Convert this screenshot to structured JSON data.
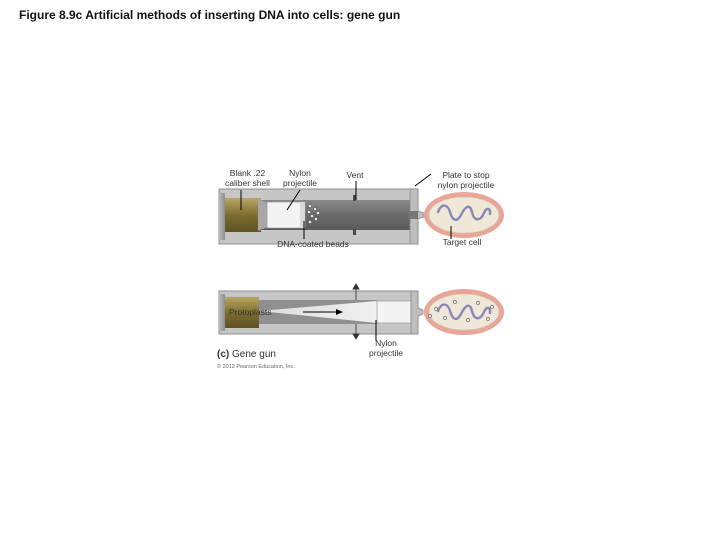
{
  "figure_title": "Figure 8.9c  Artificial methods of inserting DNA into cells: gene gun",
  "labels": {
    "blank_shell_line1": "Blank .22",
    "blank_shell_line2": "caliber shell",
    "nylon_projectile_top_line1": "Nylon",
    "nylon_projectile_top_line2": "projectile",
    "vent": "Vent",
    "plate_line1": "Plate to stop",
    "plate_line2": "nylon projectile",
    "dna_beads": "DNA-coated beads",
    "target_cell": "Target cell",
    "protoplasts": "Protoplasts",
    "nylon_projectile_bottom_line1": "Nylon",
    "nylon_projectile_bottom_line2": "projectile"
  },
  "panel_letter": "(c)",
  "panel_caption": "Gene gun",
  "copyright": "© 2012 Pearson Education, Inc.",
  "colors": {
    "barrel_dark": "#6f6f6f",
    "barrel_light": "#c9c9c9",
    "shell": "#8a7a3e",
    "cell_wall": "#e8a598",
    "cytoplasm": "#efe8d8",
    "dna": "#8a87b8"
  }
}
